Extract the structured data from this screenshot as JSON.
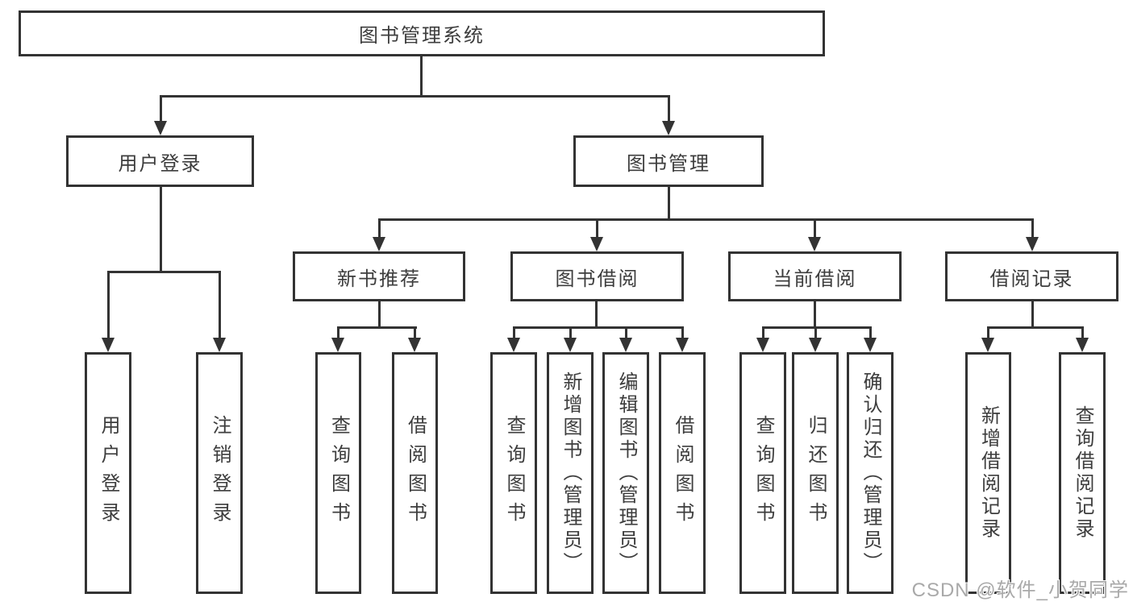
{
  "colors": {
    "line": "#333333",
    "border": "#333333",
    "text": "#3d3d3d",
    "watermark": "#a9a9a9"
  },
  "watermark": {
    "text": "CSDN @软件_小贺同学"
  },
  "tree": {
    "root": "图书管理系统",
    "branches": [
      {
        "label": "用户登录",
        "children": [
          {
            "label": "用户登录"
          },
          {
            "label": "注销登录"
          }
        ]
      },
      {
        "label": "图书管理",
        "modules": [
          {
            "label": "新书推荐",
            "children": [
              {
                "label": "查询图书"
              },
              {
                "label": "借阅图书"
              }
            ]
          },
          {
            "label": "图书借阅",
            "children": [
              {
                "label": "查询图书"
              },
              {
                "label": "新增图书（管理员）"
              },
              {
                "label": "编辑图书（管理员）"
              },
              {
                "label": "借阅图书"
              }
            ]
          },
          {
            "label": "当前借阅",
            "children": [
              {
                "label": "查询图书"
              },
              {
                "label": "归还图书"
              },
              {
                "label": "确认归还（管理员）"
              }
            ]
          },
          {
            "label": "借阅记录",
            "children": [
              {
                "label": "新增借阅记录"
              },
              {
                "label": "查询借阅记录"
              }
            ]
          }
        ]
      }
    ]
  }
}
